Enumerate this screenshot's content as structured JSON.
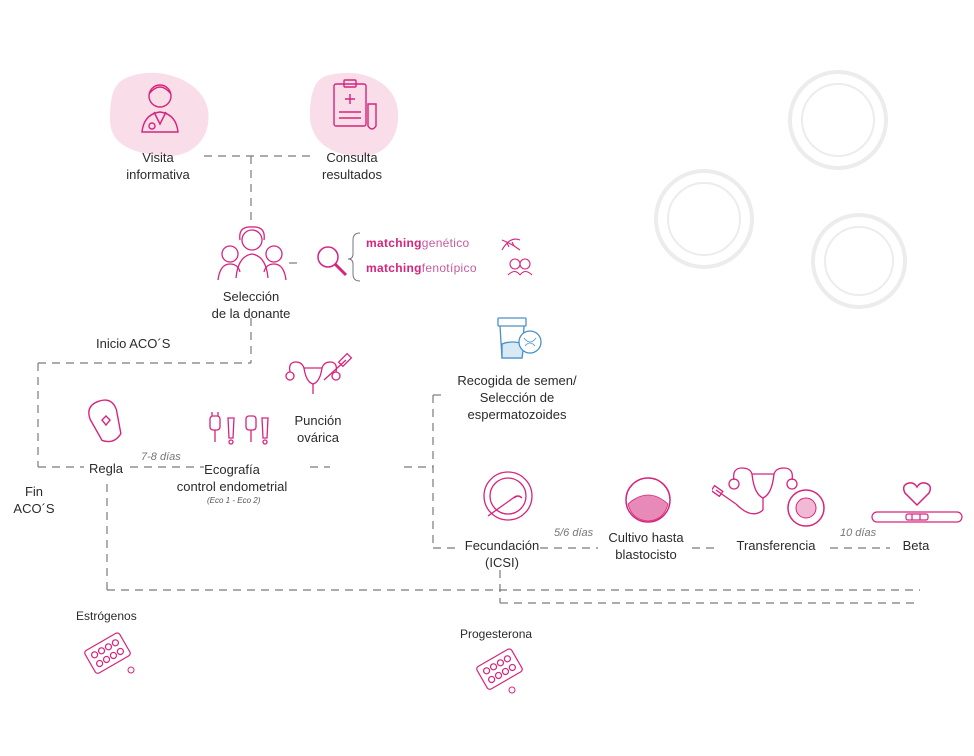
{
  "colors": {
    "accent": "#d6247c",
    "blob": "#f9dde8",
    "line": "#7a7a7a",
    "ring": "#ececec",
    "blue": "#4a90c8"
  },
  "nodes": {
    "visita": [
      "Visita",
      "informativa"
    ],
    "consulta": [
      "Consulta",
      "resultados"
    ],
    "seleccion": [
      "Selección",
      "de la donante"
    ],
    "inicio_acos": "Inicio ACO´S",
    "fin_acos": [
      "Fin",
      "ACO´S"
    ],
    "regla": "Regla",
    "ecografia": [
      "Ecografía",
      "control endometrial"
    ],
    "eco_note": "(Eco 1 - Eco 2)",
    "puncion": [
      "Punción",
      "ovárica"
    ],
    "recogida": [
      "Recogida de semen/",
      "Selección de",
      "espermatozoides"
    ],
    "fecundacion": [
      "Fecundación",
      "(ICSI)"
    ],
    "cultivo": [
      "Cultivo hasta",
      "blastocisto"
    ],
    "transferencia": "Transferencia",
    "beta": "Beta",
    "estrogenos": "Estrógenos",
    "progesterona": "Progesterona"
  },
  "durations": {
    "regla_eco": "7-8 días",
    "fec_cultivo": "5/6 días",
    "transf_beta": "10 días"
  },
  "matching": {
    "genetico": {
      "prefix": "matching",
      "suffix": "genético"
    },
    "fenotipico": {
      "prefix": "matching",
      "suffix": "fenotípico"
    }
  },
  "icons": [
    "doctor-icon",
    "clipboard-icon",
    "women-group-icon",
    "magnifier-icon",
    "dna-icon",
    "faces-icon",
    "pad-icon",
    "ultrasound-probes-icon",
    "uterus-syringe-icon",
    "sample-cup-icon",
    "icsi-egg-icon",
    "blastocyst-icon",
    "transfer-uterus-icon",
    "embryo-icon",
    "heart-icon",
    "pregnancy-test-icon",
    "pill-blister-icon"
  ]
}
